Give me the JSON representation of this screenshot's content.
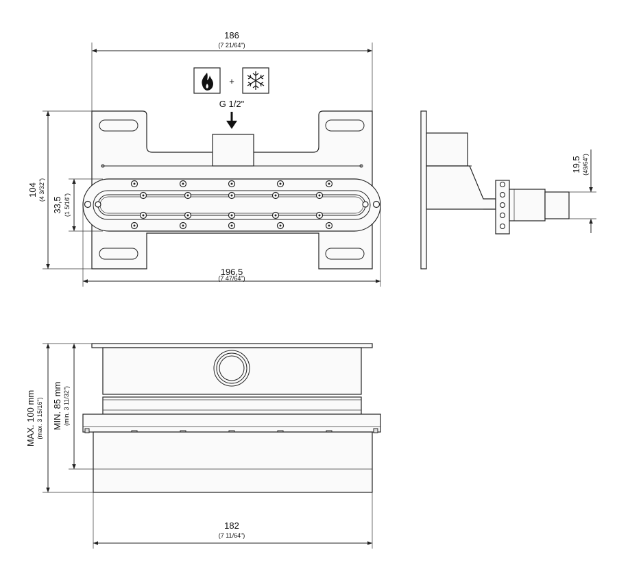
{
  "dimensions": {
    "top_width": {
      "value": "186",
      "sub": "(7 21/64\")"
    },
    "height": {
      "value": "104",
      "sub": "(4 3/32\")"
    },
    "inner_height": {
      "value": "33,5",
      "sub": "(1 5/16\")"
    },
    "overall_width": {
      "value": "196,5",
      "sub": "(7 47/64\")"
    },
    "side_offset": {
      "value": "19,5",
      "sub": "(49/64\")"
    },
    "max_depth": {
      "value": "MAX. 100 mm",
      "sub": "(max. 3 15/16\")"
    },
    "min_depth": {
      "value": "MIN. 85 mm",
      "sub": "(min. 3 11/32\")"
    },
    "bottom_width": {
      "value": "182",
      "sub": "(7 11/64\")"
    }
  },
  "labels": {
    "thread": "G 1/2\"",
    "plus": "+"
  },
  "icons": [
    "flame-icon",
    "snowflake-icon"
  ]
}
